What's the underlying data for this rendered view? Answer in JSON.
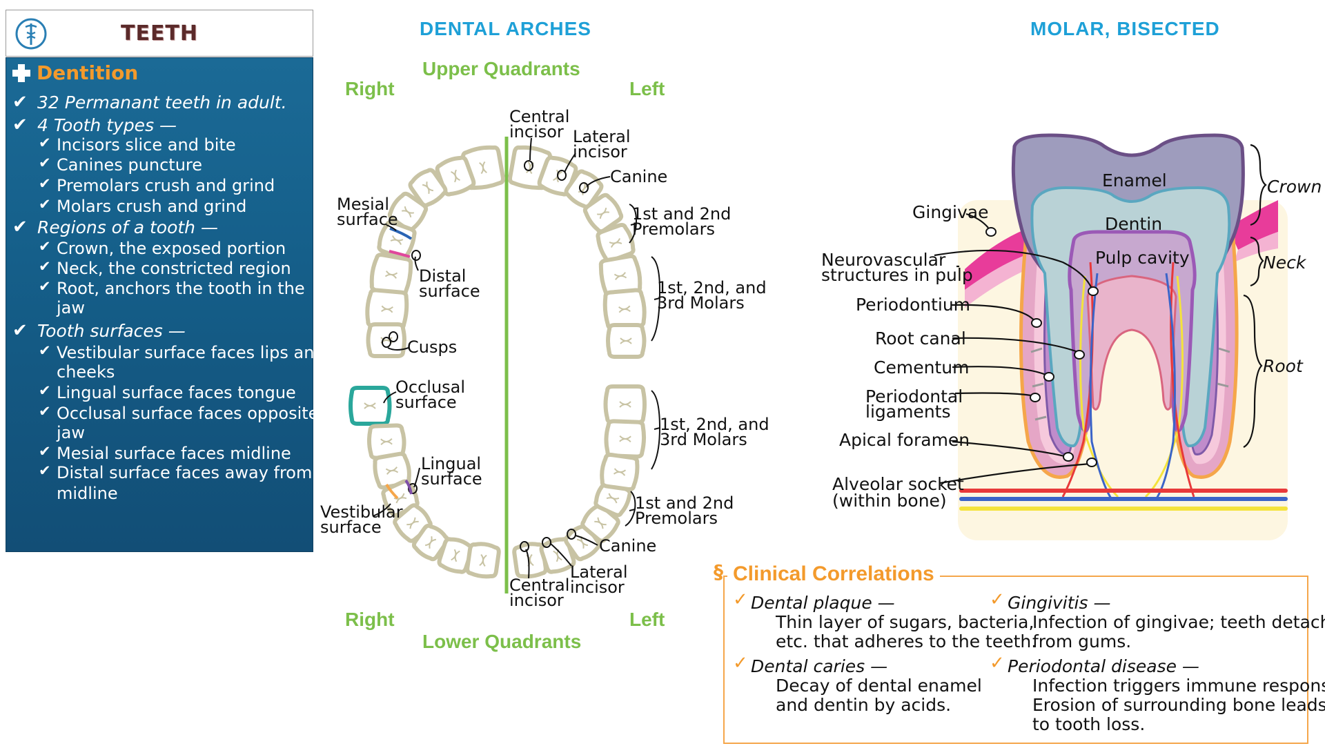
{
  "panel": {
    "title": "TEETH",
    "section": "Dentition",
    "lines": [
      {
        "text": "32 Permanant teeth in adult.",
        "level": 0,
        "italic": true
      },
      {
        "text": "4 Tooth types —",
        "level": 0,
        "italic": true
      },
      {
        "text": "Incisors slice and bite",
        "level": 1,
        "italic": false
      },
      {
        "text": "Canines puncture",
        "level": 1,
        "italic": false
      },
      {
        "text": "Premolars crush and grind",
        "level": 1,
        "italic": false
      },
      {
        "text": "Molars crush and grind",
        "level": 1,
        "italic": false
      },
      {
        "text": "Regions of a tooth —",
        "level": 0,
        "italic": true
      },
      {
        "text": "Crown, the exposed portion",
        "level": 1,
        "italic": false
      },
      {
        "text": "Neck, the constricted region",
        "level": 1,
        "italic": false
      },
      {
        "text": "Root, anchors the tooth in the",
        "level": 1,
        "italic": false,
        "cont": "jaw"
      },
      {
        "text": "Tooth surfaces —",
        "level": 0,
        "italic": true
      },
      {
        "text": "Vestibular surface faces lips and",
        "level": 1,
        "italic": false,
        "cont": "cheeks"
      },
      {
        "text": "Lingual surface faces tongue",
        "level": 1,
        "italic": false
      },
      {
        "text": "Occlusal surface faces opposite",
        "level": 1,
        "italic": false,
        "cont": "jaw"
      },
      {
        "text": "Mesial surface faces midline",
        "level": 1,
        "italic": false
      },
      {
        "text": "Distal surface faces away from",
        "level": 1,
        "italic": false,
        "cont": "midline"
      }
    ]
  },
  "arches": {
    "heading": "DENTAL ARCHES",
    "upper": "Upper Quadrants",
    "lower": "Lower Quadrants",
    "right": "Right",
    "left": "Left",
    "labels": {
      "central_incisor_top": [
        "Central",
        "incisor"
      ],
      "lateral_incisor_top": [
        "Lateral",
        "incisor"
      ],
      "canine_top": "Canine",
      "premolars_top": [
        "1st and 2nd",
        "Premolars"
      ],
      "molars_top": [
        "1st, 2nd, and",
        "3rd Molars"
      ],
      "mesial": [
        "Mesial",
        "surface"
      ],
      "distal": [
        "Distal",
        "surface"
      ],
      "cusps": "Cusps",
      "occlusal": [
        "Occlusal",
        "surface"
      ],
      "lingual": [
        "Lingual",
        "surface"
      ],
      "vestibular": [
        "Vestibular",
        "surface"
      ],
      "molars_bottom": [
        "1st, 2nd, and",
        "3rd Molars"
      ],
      "premolars_bottom": [
        "1st and 2nd",
        "Premolars"
      ],
      "canine_bottom": "Canine",
      "lateral_incisor_bottom": [
        "Lateral",
        "incisor"
      ],
      "central_incisor_bottom": [
        "Central",
        "incisor"
      ]
    }
  },
  "molar": {
    "heading": "MOLAR, BISECTED",
    "enamel": "Enamel",
    "dentin": "Dentin",
    "pulp": "Pulp cavity",
    "crown": "Crown",
    "neck": "Neck",
    "root": "Root",
    "gingivae": "Gingivae",
    "neurovascular": [
      "Neurovascular",
      "structures in pulp"
    ],
    "periodontium": "Periodontium",
    "root_canal": "Root canal",
    "cementum": "Cementum",
    "periodontal_ligaments": [
      "Periodontal",
      "ligaments"
    ],
    "apical_foramen": "Apical foramen",
    "alveolar_socket": [
      "Alveolar socket",
      "(within bone)"
    ]
  },
  "clinical": {
    "title": "Clinical Correlations",
    "items": [
      {
        "term": "Dental plaque —",
        "desc": [
          "Thin layer of sugars, bacteria,",
          "etc. that adheres to the teeth."
        ]
      },
      {
        "term": "Dental caries —",
        "desc": [
          "Decay of dental enamel",
          "and dentin by acids."
        ]
      },
      {
        "term": "Gingivitis —",
        "desc": [
          "Infection of gingivae; teeth detach",
          "from gums."
        ]
      },
      {
        "term": "Periodontal disease —",
        "desc": [
          "Infection triggers immune response;",
          "Erosion of surrounding bone leads",
          "to tooth loss."
        ]
      }
    ]
  },
  "colors": {
    "panel_blue": "#155f8a",
    "accent_orange": "#f39a2c",
    "heading_blue": "#1ea0d7",
    "quadrant_green": "#7cbf4a",
    "tooth_outline": "#c8c3a4"
  }
}
